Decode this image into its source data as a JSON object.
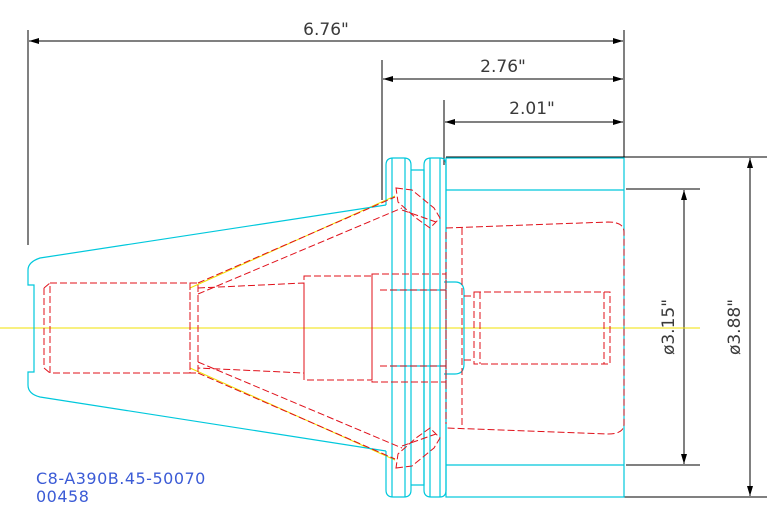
{
  "dimensions": {
    "overall_length": "6.76\"",
    "flange_to_end": "2.76\"",
    "body_length": "2.01\"",
    "bore_diameter": "ø3.15\"",
    "outer_diameter": "ø3.88\""
  },
  "part_label": {
    "model": "C8-A390B.45-50070",
    "number": "00458"
  },
  "colors": {
    "outline": "#00c8dc",
    "hidden_lines": "#e0101a",
    "centerline": "#f0e000",
    "dimension": "#000000",
    "label": "#3b5bd6"
  }
}
